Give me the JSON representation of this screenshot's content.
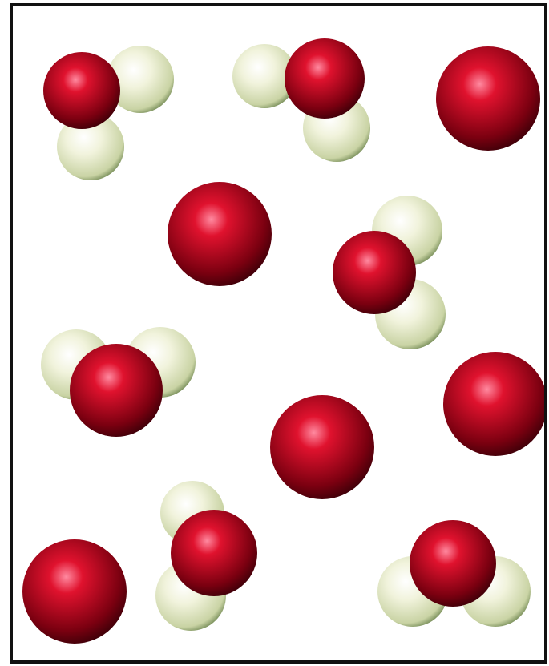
{
  "diagram": {
    "frame_color": "#111111",
    "background_color": "#ffffff",
    "atom_colors": {
      "oxygen": {
        "highlight": "#ff8aa0",
        "mid": "#e0122e",
        "dark": "#7a0010",
        "edge": "#2a0006"
      },
      "hydrogen": {
        "highlight": "#ffffff",
        "mid": "#f1f3dc",
        "dark": "#c9d3a4",
        "edge": "#3b5a22"
      }
    },
    "species": [
      {
        "kind": "water-molecule",
        "count": 6
      },
      {
        "kind": "single-atom",
        "count": 5
      }
    ]
  }
}
